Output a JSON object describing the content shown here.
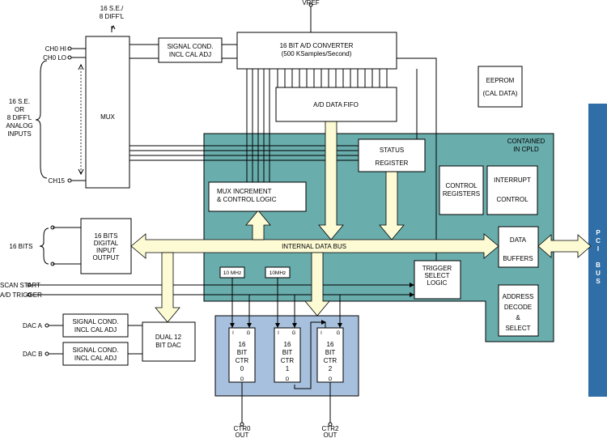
{
  "labels": {
    "vref": "VREF",
    "se_diff_1": "16 S.E./",
    "se_diff_2": "8 DIFF'L",
    "ch0_hi": "CH0 HI",
    "ch0_lo": "CH0 LO",
    "ch15": "CH15",
    "analog_inputs": [
      "16 S.E.",
      "OR",
      "8 DIFF'L",
      "ANALOG",
      "INPUTS"
    ],
    "mux": "MUX",
    "signal_cond_in": [
      "SIGNAL COND.",
      "INCL CAL ADJ"
    ],
    "adc": [
      "16 BIT A/D CONVERTER",
      "(500 KSamples/Second)"
    ],
    "fifo": "A/D DATA FIFO",
    "eeprom": [
      "EEPROM",
      "(CAL DATA)"
    ],
    "contained": [
      "CONTAINED",
      "IN CPLD"
    ],
    "status_register": [
      "STATUS",
      "REGISTER"
    ],
    "control_registers": [
      "CONTROL",
      "REGISTERS"
    ],
    "interrupt_control": [
      "INTERRUPT",
      "CONTROL"
    ],
    "mux_increment": [
      "MUX INCREMENT",
      "& CONTROL LOGIC"
    ],
    "bits_16": "16 BITS",
    "digital_io": [
      "16 BITS",
      "DIGITAL",
      "INPUT",
      "OUTPUT"
    ],
    "internal_bus": "INTERNAL DATA BUS",
    "data_buffers": [
      "DATA",
      "BUFFERS"
    ],
    "pci_bus": [
      "P",
      "C",
      "I",
      "",
      "B",
      "U",
      "S"
    ],
    "scan_start": "SCAN START",
    "ad_trigger": "A/D TRIGGER",
    "trigger_logic": [
      "TRIGGER",
      "SELECT",
      "LOGIC"
    ],
    "address_decode": [
      "ADDRESS",
      "DECODE",
      "&",
      "SELECT"
    ],
    "clk1": "10 MHz",
    "clk2": "10MHz",
    "dac_a": "DAC A",
    "dac_b": "DAC B",
    "signal_cond_a": [
      "SIGNAL COND.",
      "INCL CAL ADJ"
    ],
    "signal_cond_b": [
      "SIGNAL COND.",
      "INCL CAL ADJ"
    ],
    "dual_dac": [
      "DUAL 12",
      "BIT DAC"
    ],
    "ctr0": [
      "16",
      "BIT",
      "CTR",
      "0"
    ],
    "ctr1": [
      "16",
      "BIT",
      "CTR",
      "1"
    ],
    "ctr2": [
      "16",
      "BIT",
      "CTR",
      "2"
    ],
    "pin_i": "I",
    "pin_g": "G",
    "pin_o": "O",
    "ctr0_out": [
      "CTR0",
      "OUT"
    ],
    "ctr2_out": [
      "CTR2",
      "OUT"
    ]
  },
  "colors": {
    "cpld_fill": "#6aadad",
    "counter_fill": "#a6c0dd",
    "pci_fill": "#2f6ea6",
    "arrow_fill": "#fdfbd4"
  }
}
